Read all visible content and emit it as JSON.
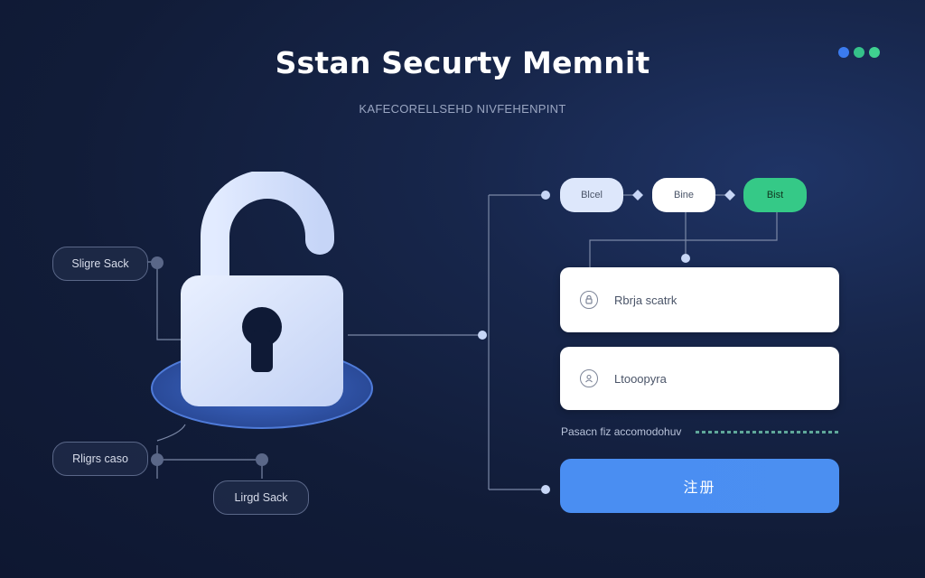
{
  "header": {
    "title": "Sstan Securty Memnit",
    "subtitle": "KAFECORELLSEHD NIVFEHENPINT"
  },
  "window_dots": [
    {
      "name": "blue-dot",
      "color": "#3b7bef"
    },
    {
      "name": "green-dot",
      "color": "#35c28a"
    },
    {
      "name": "green-dot-2",
      "color": "#3fd190"
    }
  ],
  "left_panel": {
    "lock_icon": "unlocked-padlock-icon",
    "pills": [
      {
        "label": "Sligre Sack"
      },
      {
        "label": "Rligrs caso"
      },
      {
        "label": "Lirgd Sack"
      }
    ]
  },
  "steps": [
    {
      "label": "Blcel",
      "state": "done",
      "color": "#dde7fb"
    },
    {
      "label": "Bine",
      "state": "current",
      "color": "#ffffff"
    },
    {
      "label": "Bist",
      "state": "active",
      "color": "#35c987"
    }
  ],
  "form": {
    "field_1": {
      "icon": "lock-icon",
      "placeholder": "Rbrja scatrk"
    },
    "field_2": {
      "icon": "user-icon",
      "placeholder": "Ltooopyra"
    },
    "hint": "Pasacn fiz accomodohuv",
    "submit_label": "注册"
  },
  "colors": {
    "accent": "#4a8ef2",
    "success": "#35c987",
    "background": "#111c38"
  }
}
